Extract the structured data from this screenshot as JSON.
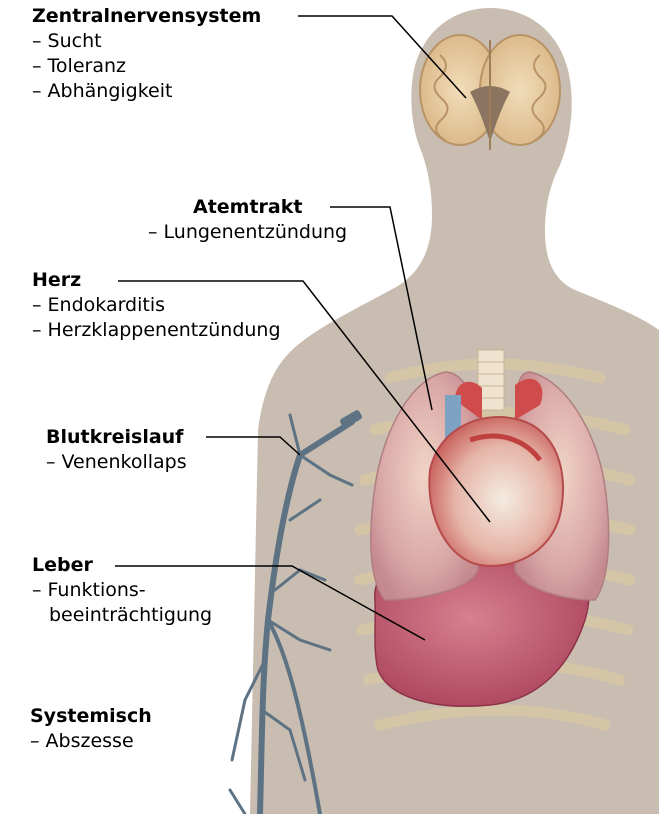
{
  "labels": {
    "cns": {
      "title": "Zentralnervensystem",
      "items": [
        "– Sucht",
        "– Toleranz",
        "– Abhängigkeit"
      ]
    },
    "respiratory": {
      "title": "Atemtrakt",
      "items": [
        "– Lungenentzündung"
      ]
    },
    "heart": {
      "title": "Herz",
      "items": [
        "– Endokarditis",
        "– Herzklappenentzündung"
      ]
    },
    "circulation": {
      "title": "Blutkreislauf",
      "items": [
        "– Venenkollaps"
      ]
    },
    "liver": {
      "title": "Leber",
      "items": [
        "– Funktions-",
        "beeinträchtigung"
      ]
    },
    "systemic": {
      "title": "Systemisch",
      "items": [
        "– Abszesse"
      ]
    }
  },
  "colors": {
    "body": "#c9bdb1",
    "brain": "#e8cfa6",
    "lung": "#d9a7a6",
    "liver": "#b94e66",
    "vein": "#5d7384",
    "rib": "#d8c8a4"
  }
}
